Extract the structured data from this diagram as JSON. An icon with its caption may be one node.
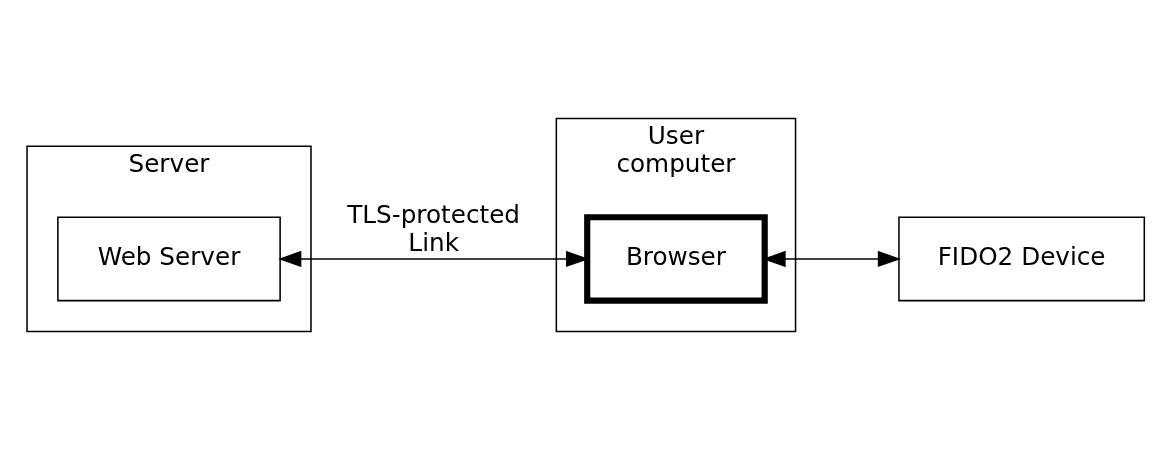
{
  "diagram": {
    "nodes": [
      {
        "text": [
          "Server"
        ]
      },
      {
        "text": [
          "Web Server"
        ],
        "in": 0
      },
      {
        "text": [
          "User computer"
        ]
      },
      {
        "text": [
          "Browser"
        ],
        "in": 2
      },
      {
        "text": [
          "FIDO2 Device"
        ]
      }
    ],
    "edges": [
      {
        "from": 1,
        "to": 3,
        "arrow": "both",
        "label": "TLS-protected Link"
      },
      {
        "from": 3,
        "to": 4,
        "arrow": "both"
      }
    ]
  }
}
